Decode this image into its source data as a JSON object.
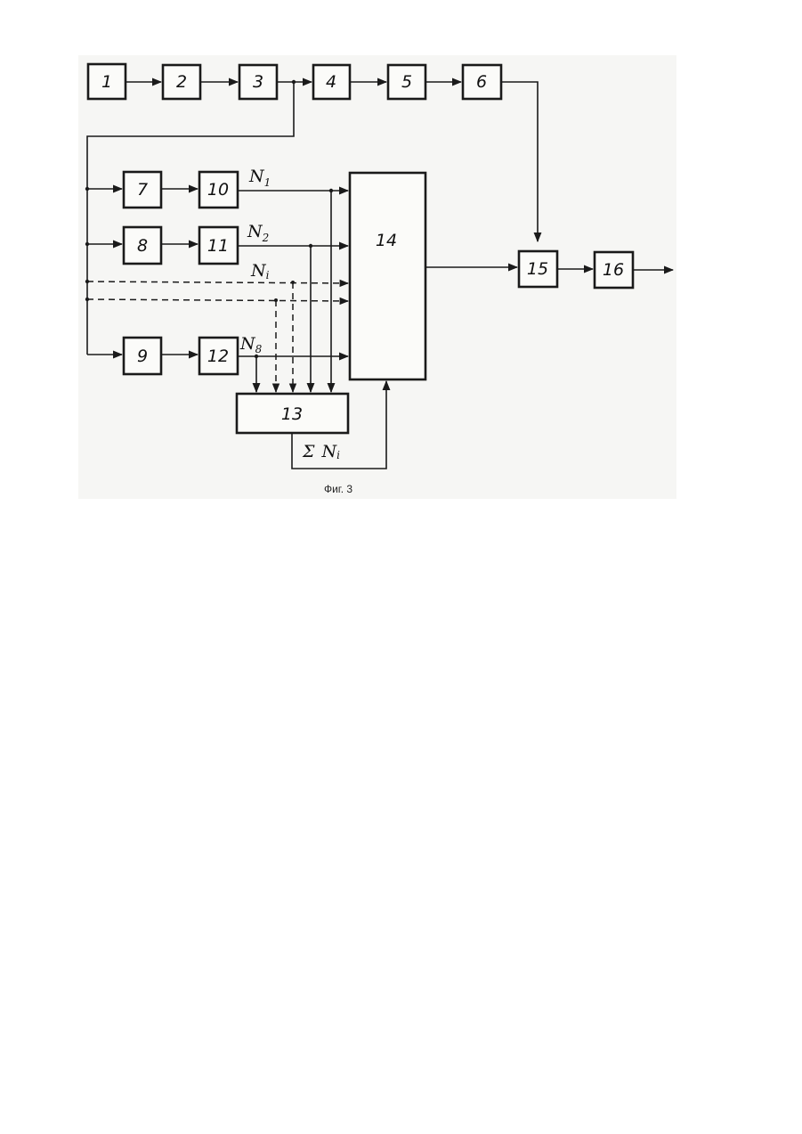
{
  "figure": {
    "caption": "Фиг. 3",
    "blocks": [
      {
        "id": "b1",
        "label": "1"
      },
      {
        "id": "b2",
        "label": "2"
      },
      {
        "id": "b3",
        "label": "3"
      },
      {
        "id": "b4",
        "label": "4"
      },
      {
        "id": "b5",
        "label": "5"
      },
      {
        "id": "b6",
        "label": "6"
      },
      {
        "id": "b7",
        "label": "7"
      },
      {
        "id": "b8",
        "label": "8"
      },
      {
        "id": "b9",
        "label": "9"
      },
      {
        "id": "b10",
        "label": "10"
      },
      {
        "id": "b11",
        "label": "11"
      },
      {
        "id": "b12",
        "label": "12"
      },
      {
        "id": "b13",
        "label": "13"
      },
      {
        "id": "b14",
        "label": "14"
      },
      {
        "id": "b15",
        "label": "15"
      },
      {
        "id": "b16",
        "label": "16"
      }
    ],
    "signals": {
      "n1": {
        "base": "N",
        "sub": "1"
      },
      "n2": {
        "base": "N",
        "sub": "2"
      },
      "ni": {
        "base": "N",
        "sub": "i"
      },
      "n8": {
        "base": "N",
        "sub": "8"
      },
      "sum": {
        "sigma": "Σ",
        "base": "N",
        "sub": "i"
      }
    },
    "colors": {
      "line": "#1a1a1a",
      "paper": "#f6f6f4"
    }
  }
}
